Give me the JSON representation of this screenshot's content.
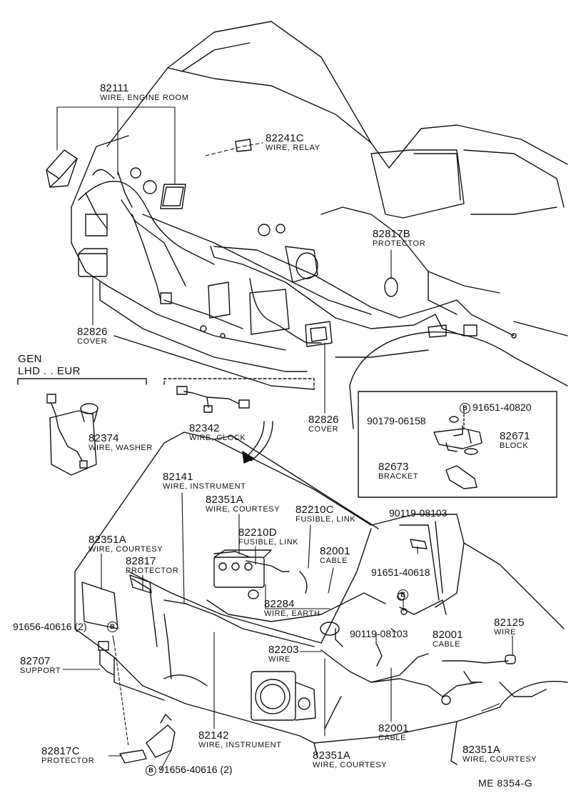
{
  "callouts": {
    "wire_engine_room": {
      "number": "82111",
      "name": "WIRE, ENGINE ROOM"
    },
    "wire_relay": {
      "number": "82241C",
      "name": "WIRE, RELAY"
    },
    "protector_b": {
      "number": "82817B",
      "name": "PROTECTOR"
    },
    "cover_left": {
      "number": "82826",
      "name": "COVER"
    },
    "cover_right": {
      "number": "82826",
      "name": "COVER"
    },
    "wire_clock": {
      "number": "82342",
      "name": "WIRE, CLOCK"
    },
    "wire_washer": {
      "number": "82374",
      "name": "WIRE, WASHER"
    },
    "block": {
      "number": "82671",
      "name": "BLOCK"
    },
    "bracket": {
      "number": "82673",
      "name": "BRACKET"
    },
    "wire_instrument_top": {
      "number": "82141",
      "name": "WIRE, INSTRUMENT"
    },
    "wire_courtesy_center": {
      "number": "82351A",
      "name": "WIRE, COURTESY"
    },
    "fusible_link_c": {
      "number": "82210C",
      "name": "FUSIBLE, LINK"
    },
    "fusible_link_d": {
      "number": "82210D",
      "name": "FUSIBLE, LINK"
    },
    "wire_courtesy_left": {
      "number": "82351A",
      "name": "WIRE, COURTESY"
    },
    "protector": {
      "number": "82817",
      "name": "PROTECTOR"
    },
    "cable_upper": {
      "number": "82001",
      "name": "CABLE"
    },
    "wire_earth": {
      "number": "82284",
      "name": "WIRE, EARTH"
    },
    "cable_right": {
      "number": "82001",
      "name": "CABLE"
    },
    "wire_82125": {
      "number": "82125",
      "name": "WIRE"
    },
    "wire_82203": {
      "number": "82203",
      "name": "WIRE"
    },
    "support": {
      "number": "82707",
      "name": "SUPPORT"
    },
    "cable_lower": {
      "number": "82001",
      "name": "CABLE"
    },
    "wire_instrument_bottom": {
      "number": "82142",
      "name": "WIRE, INSTRUMENT"
    },
    "protector_c": {
      "number": "82817C",
      "name": "PROTECTOR"
    },
    "wire_courtesy_bottom": {
      "number": "82351A",
      "name": "WIRE, COURTESY"
    },
    "wire_courtesy_right": {
      "number": "82351A",
      "name": "WIRE, COURTESY"
    }
  },
  "fasteners": {
    "bolt_91651_40820": "91651-40820",
    "nut_90179_06158": "90179-06158",
    "bolt_90119_08103_top": "90119-08103",
    "bolt_91651_40618": "91651-40618",
    "bolt_90119_08103_mid": "90119-08103",
    "bolt_91656_40616_left": "91656-40616 (2)",
    "bolt_91656_40616_bottom": "91656-40616 (2)",
    "bolt_marker": "B"
  },
  "region_label": {
    "line1": "GEN",
    "line2": "LHD . . EUR"
  },
  "figure_code": "ME  8354-G"
}
